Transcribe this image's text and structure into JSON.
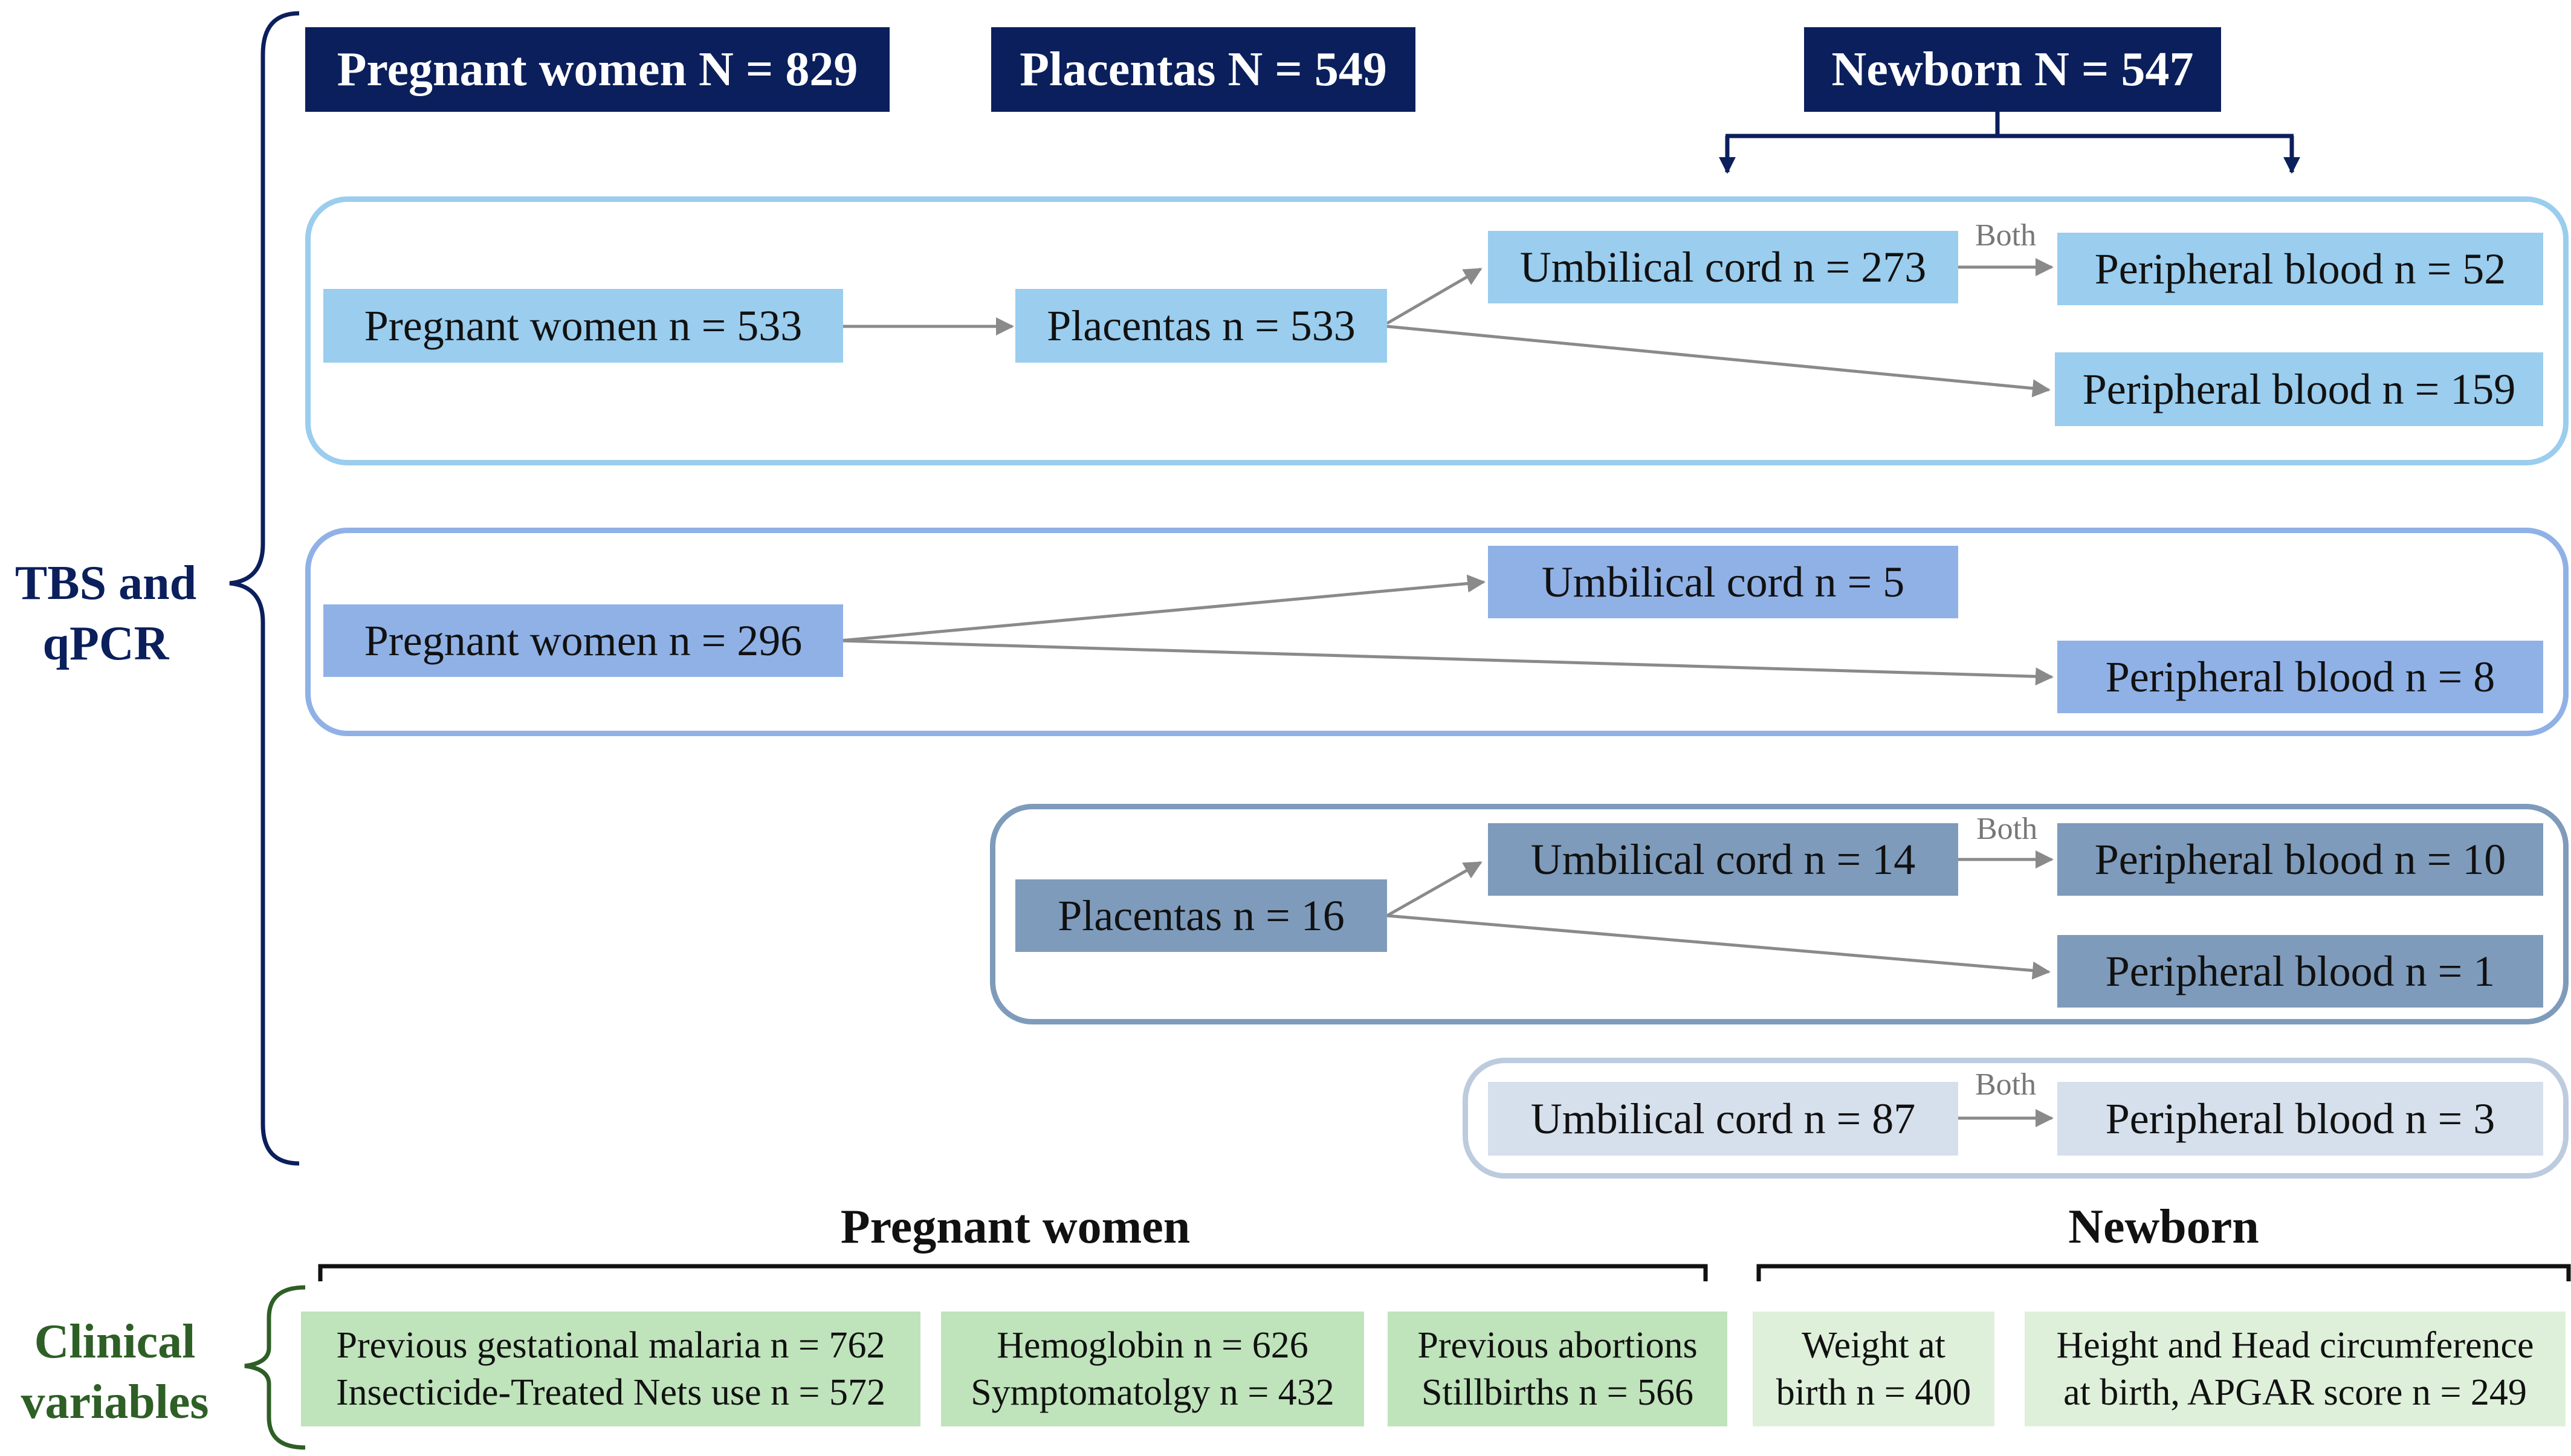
{
  "headers": {
    "pregnant": "Pregnant women N = 829",
    "placentas": "Placentas N = 549",
    "newborn": "Newborn N = 547"
  },
  "left_labels": {
    "tbs_line1": "TBS and",
    "tbs_line2": "qPCR",
    "clinical_line1": "Clinical",
    "clinical_line2": "variables"
  },
  "both_label": "Both",
  "groups": {
    "g1": {
      "pregnant": "Pregnant women n = 533",
      "placentas": "Placentas n = 533",
      "umbilical": "Umbilical cord n = 273",
      "peripheral_both": "Peripheral blood n = 52",
      "peripheral": "Peripheral blood n = 159"
    },
    "g2": {
      "pregnant": "Pregnant women n = 296",
      "umbilical": "Umbilical cord n = 5",
      "peripheral": "Peripheral blood n = 8"
    },
    "g3": {
      "placentas": "Placentas n = 16",
      "umbilical": "Umbilical cord n = 14",
      "peripheral_both": "Peripheral blood n = 10",
      "peripheral": "Peripheral blood n = 1"
    },
    "g4": {
      "umbilical": "Umbilical cord n = 87",
      "peripheral_both": "Peripheral blood n = 3"
    }
  },
  "clinical": {
    "pregnant_title": "Pregnant women",
    "newborn_title": "Newborn",
    "box1": {
      "line1": "Previous gestational malaria n = 762",
      "line2": "Insecticide-Treated Nets use n = 572"
    },
    "box2": {
      "line1": "Hemoglobin n = 626",
      "line2": "Symptomatolgy n = 432"
    },
    "box3": {
      "line1": "Previous abortions",
      "line2": "Stillbirths n = 566"
    },
    "box4": {
      "line1": "Weight at",
      "line2": "birth n = 400"
    },
    "box5": {
      "line1": "Height and Head circumference",
      "line2": "at birth, APGAR score n = 249"
    }
  },
  "colors": {
    "header": "#0b1f5c",
    "level1": "#9acdee",
    "level2": "#8fb1e6",
    "level3": "#7e9bbb",
    "level4": "#d6e0ec",
    "clinical": "#bfe3ba",
    "clinical_text": "#2e5f26"
  }
}
